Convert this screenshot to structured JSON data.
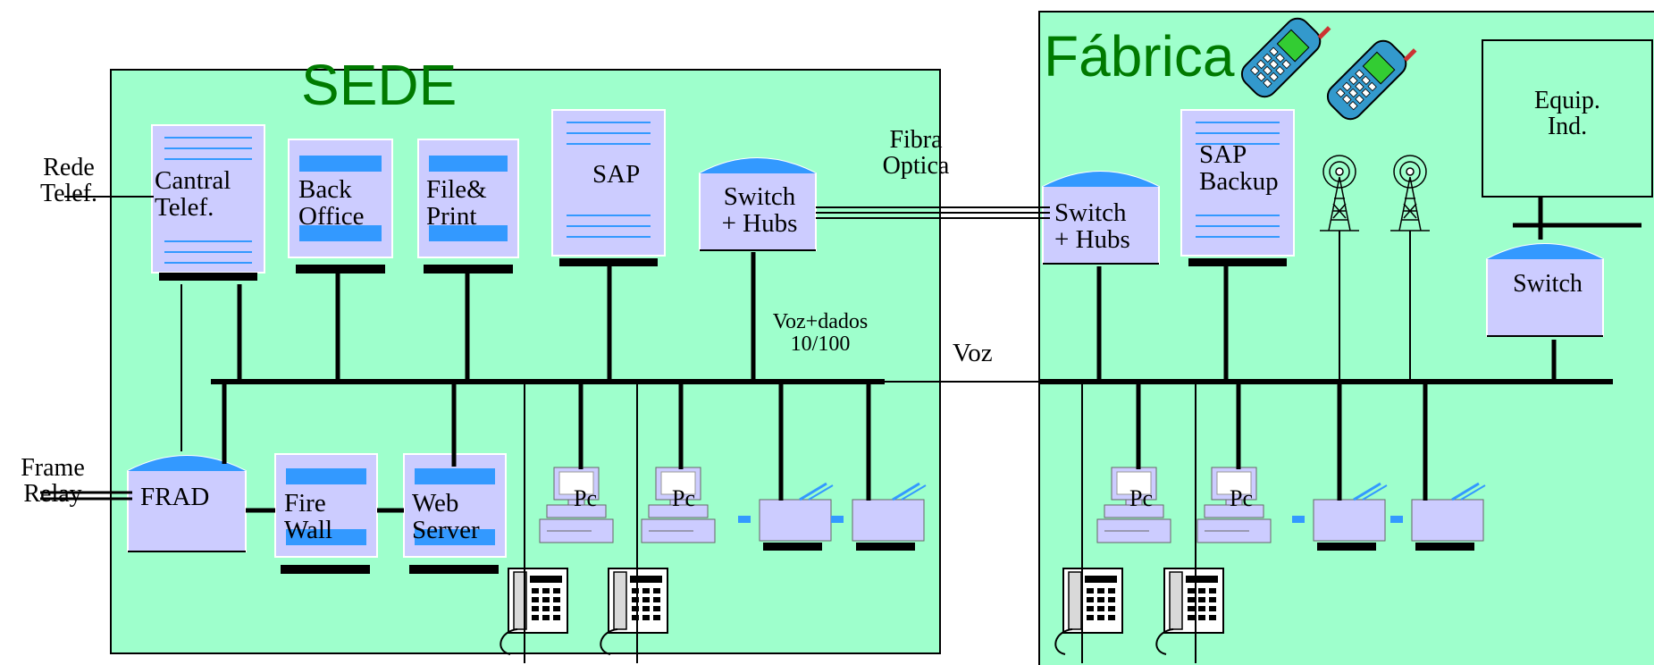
{
  "colors": {
    "zone_fill": "#9effcc",
    "zone_stroke": "#000000",
    "device_fill": "#ccccff",
    "device_accent": "#3399ff",
    "line": "#000000",
    "title_green": "#007a00"
  },
  "sede": {
    "title": "SEDE",
    "servers": {
      "central_telef": [
        "Cantral",
        "Telef."
      ],
      "back_office": [
        "Back",
        "Office"
      ],
      "file_print": [
        "File&",
        "Print"
      ],
      "sap": "SAP",
      "switch_hubs": [
        "Switch",
        "+ Hubs"
      ],
      "frad": "FRAD",
      "fire_wall": [
        "Fire",
        "Wall"
      ],
      "web_server": [
        "Web",
        "Server"
      ]
    },
    "pcs": [
      "Pc",
      "Pc"
    ]
  },
  "fabrica": {
    "title": "Fábrica",
    "switch_hubs": [
      "Switch",
      "+ Hubs"
    ],
    "sap_backup": [
      "SAP",
      "Backup"
    ],
    "switch": "Switch",
    "equip": [
      "Equip.",
      "Ind."
    ],
    "pcs": [
      "Pc",
      "Pc"
    ]
  },
  "external": {
    "rede_telef": [
      "Rede",
      "Telef."
    ],
    "frame_relay": [
      "Frame",
      "Relay"
    ],
    "fibra_optica": [
      "Fibra",
      "Optica"
    ],
    "voz_dados": [
      "Voz+dados",
      "10/100"
    ],
    "voz": "Voz"
  },
  "icons": [
    "server-icon",
    "switch-icon",
    "pc-icon",
    "printer-icon",
    "desk-phone-icon",
    "mobile-phone-icon",
    "antenna-tower-icon"
  ]
}
